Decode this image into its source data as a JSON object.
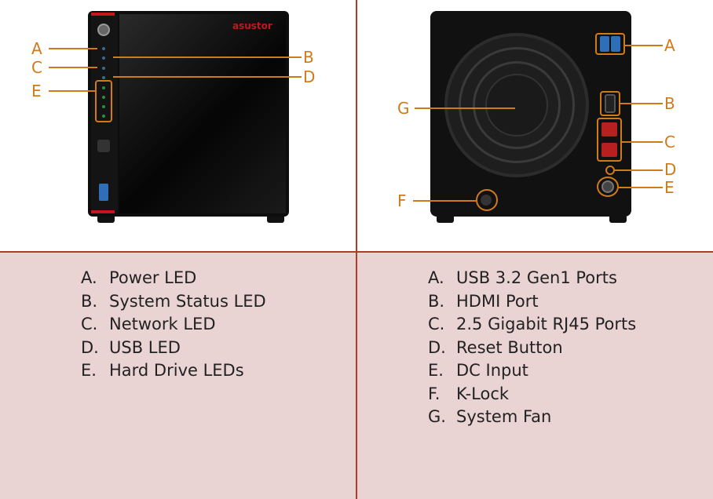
{
  "front": {
    "logo": "asustor",
    "callouts": [
      "A",
      "B",
      "C",
      "D",
      "E"
    ]
  },
  "back": {
    "callouts": [
      "A",
      "B",
      "C",
      "D",
      "E",
      "F",
      "G"
    ]
  },
  "colors": {
    "callout": "#d07a1a",
    "divider": "#b23a2a",
    "legend_background": "#ead3d3"
  },
  "legend_front": [
    {
      "key": "A.",
      "label": "Power LED"
    },
    {
      "key": "B.",
      "label": "System Status LED"
    },
    {
      "key": "C.",
      "label": "Network LED"
    },
    {
      "key": "D.",
      "label": "USB LED"
    },
    {
      "key": "E.",
      "label": "Hard Drive LEDs"
    }
  ],
  "legend_back": [
    {
      "key": "A.",
      "label": "USB 3.2 Gen1 Ports"
    },
    {
      "key": "B.",
      "label": "HDMI Port"
    },
    {
      "key": "C.",
      "label": "2.5 Gigabit RJ45 Ports"
    },
    {
      "key": "D.",
      "label": "Reset Button"
    },
    {
      "key": "E.",
      "label": "DC Input"
    },
    {
      "key": "F.",
      "label": "K-Lock"
    },
    {
      "key": "G.",
      "label": "System Fan"
    }
  ]
}
